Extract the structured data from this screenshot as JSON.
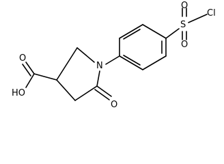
{
  "molecule": {
    "atoms": {
      "chlorine": "Cl",
      "sulfur": "S",
      "sulfonyl_oxygen_top": "O",
      "sulfonyl_oxygen_bottom": "O",
      "nitrogen": "N",
      "carboxyl_hydroxyl": "HO",
      "carboxyl_oxygen": "O",
      "lactam_oxygen": "O"
    }
  }
}
